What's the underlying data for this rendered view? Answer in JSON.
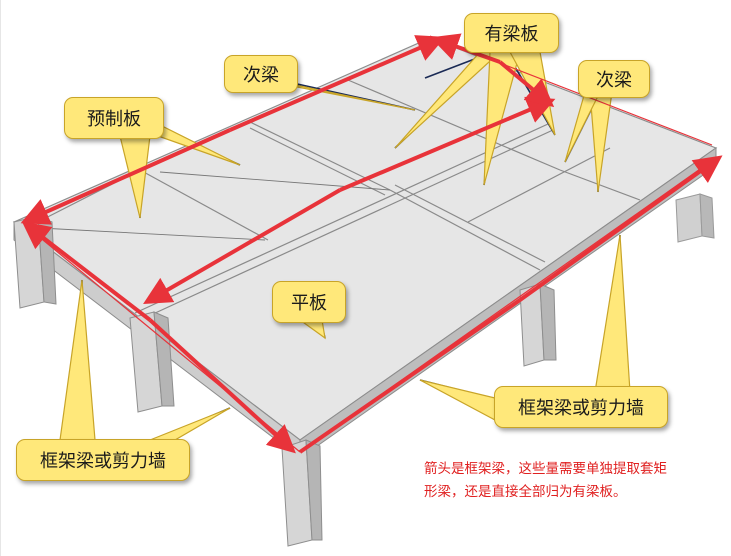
{
  "labels": {
    "youliangban": "有梁板",
    "ciliang_left": "次梁",
    "ciliang_right": "次梁",
    "yuzhiban": "预制板",
    "pingban": "平板",
    "kuangjia_right": "框架梁或剪力墙",
    "kuangjia_left": "框架梁或剪力墙"
  },
  "note": {
    "line1": "箭头是框架梁，这些量需要单独提取套矩",
    "line2": "形梁，还是直接全部归为有梁板。"
  },
  "colors": {
    "callout_fill": "#ffe87a",
    "callout_border": "#c8a428",
    "slab_top": "#e4e4e4",
    "slab_edge": "#cfcfcf",
    "column": "#d2d2d2",
    "arrow_red": "#e8333a",
    "note_red": "#e02020",
    "leader_line": "#1a2a55"
  }
}
